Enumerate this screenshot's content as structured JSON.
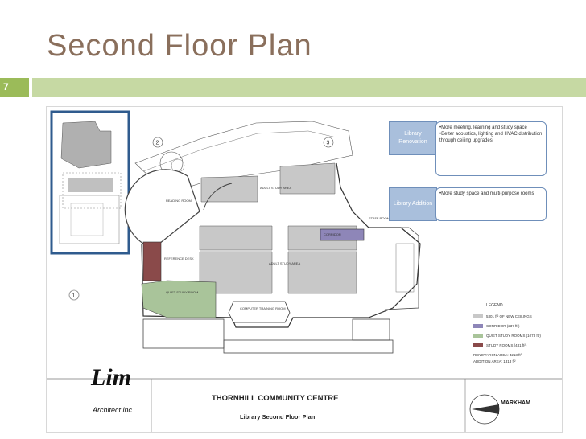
{
  "slide": {
    "title": "Second Floor Plan",
    "number": "7"
  },
  "callouts": [
    {
      "label": "Library Renovation",
      "bullets": [
        "•More meeting, learning and study space",
        "•Better acoustics, lighting and HVAC distribution through ceiling upgrades"
      ]
    },
    {
      "label": "Library Addition",
      "bullets": [
        "•More study space and multi-purpose rooms"
      ]
    }
  ],
  "rooms": {
    "reading_room": "READING ROOM",
    "adult_study": "ADULT STUDY AREA",
    "quiet_study": "QUIET STUDY ROOM",
    "computer_room": "COMPUTER TRAINING ROOM",
    "reference_desk": "REFERENCE DESK",
    "corridor": "CORRIDOR",
    "staff_room": "STAFF ROOM"
  },
  "legend": {
    "title": "LEGEND",
    "items": [
      {
        "label": "5301 ft² OF NEW CEILINGS",
        "color": "#c8c8c8"
      },
      {
        "label": "CORRIDOR (237 ft²)",
        "color": "#8e86b8"
      },
      {
        "label": "QUIET STUDY ROOMS (1073 ft²)",
        "color": "#a9c49a"
      },
      {
        "label": "STUDY ROOMS (431 ft²)",
        "color": "#8a4a4a"
      }
    ],
    "areas": [
      "RENOVATION AREA: 4213 ft²",
      "ADDITION AREA: 1313 ft²"
    ]
  },
  "footer": {
    "project": "THORNHILL COMMUNITY CENTRE",
    "drawing": "Library Second Floor Plan",
    "architect_name": "Lim",
    "architect_word": "Architect  inc",
    "client": "MARKHAM"
  },
  "grid_markers": [
    "1",
    "2",
    "3"
  ],
  "colors": {
    "accent_bar": "#c6d9a3",
    "number_box": "#9bbb59",
    "title": "#8a6f5c"
  }
}
